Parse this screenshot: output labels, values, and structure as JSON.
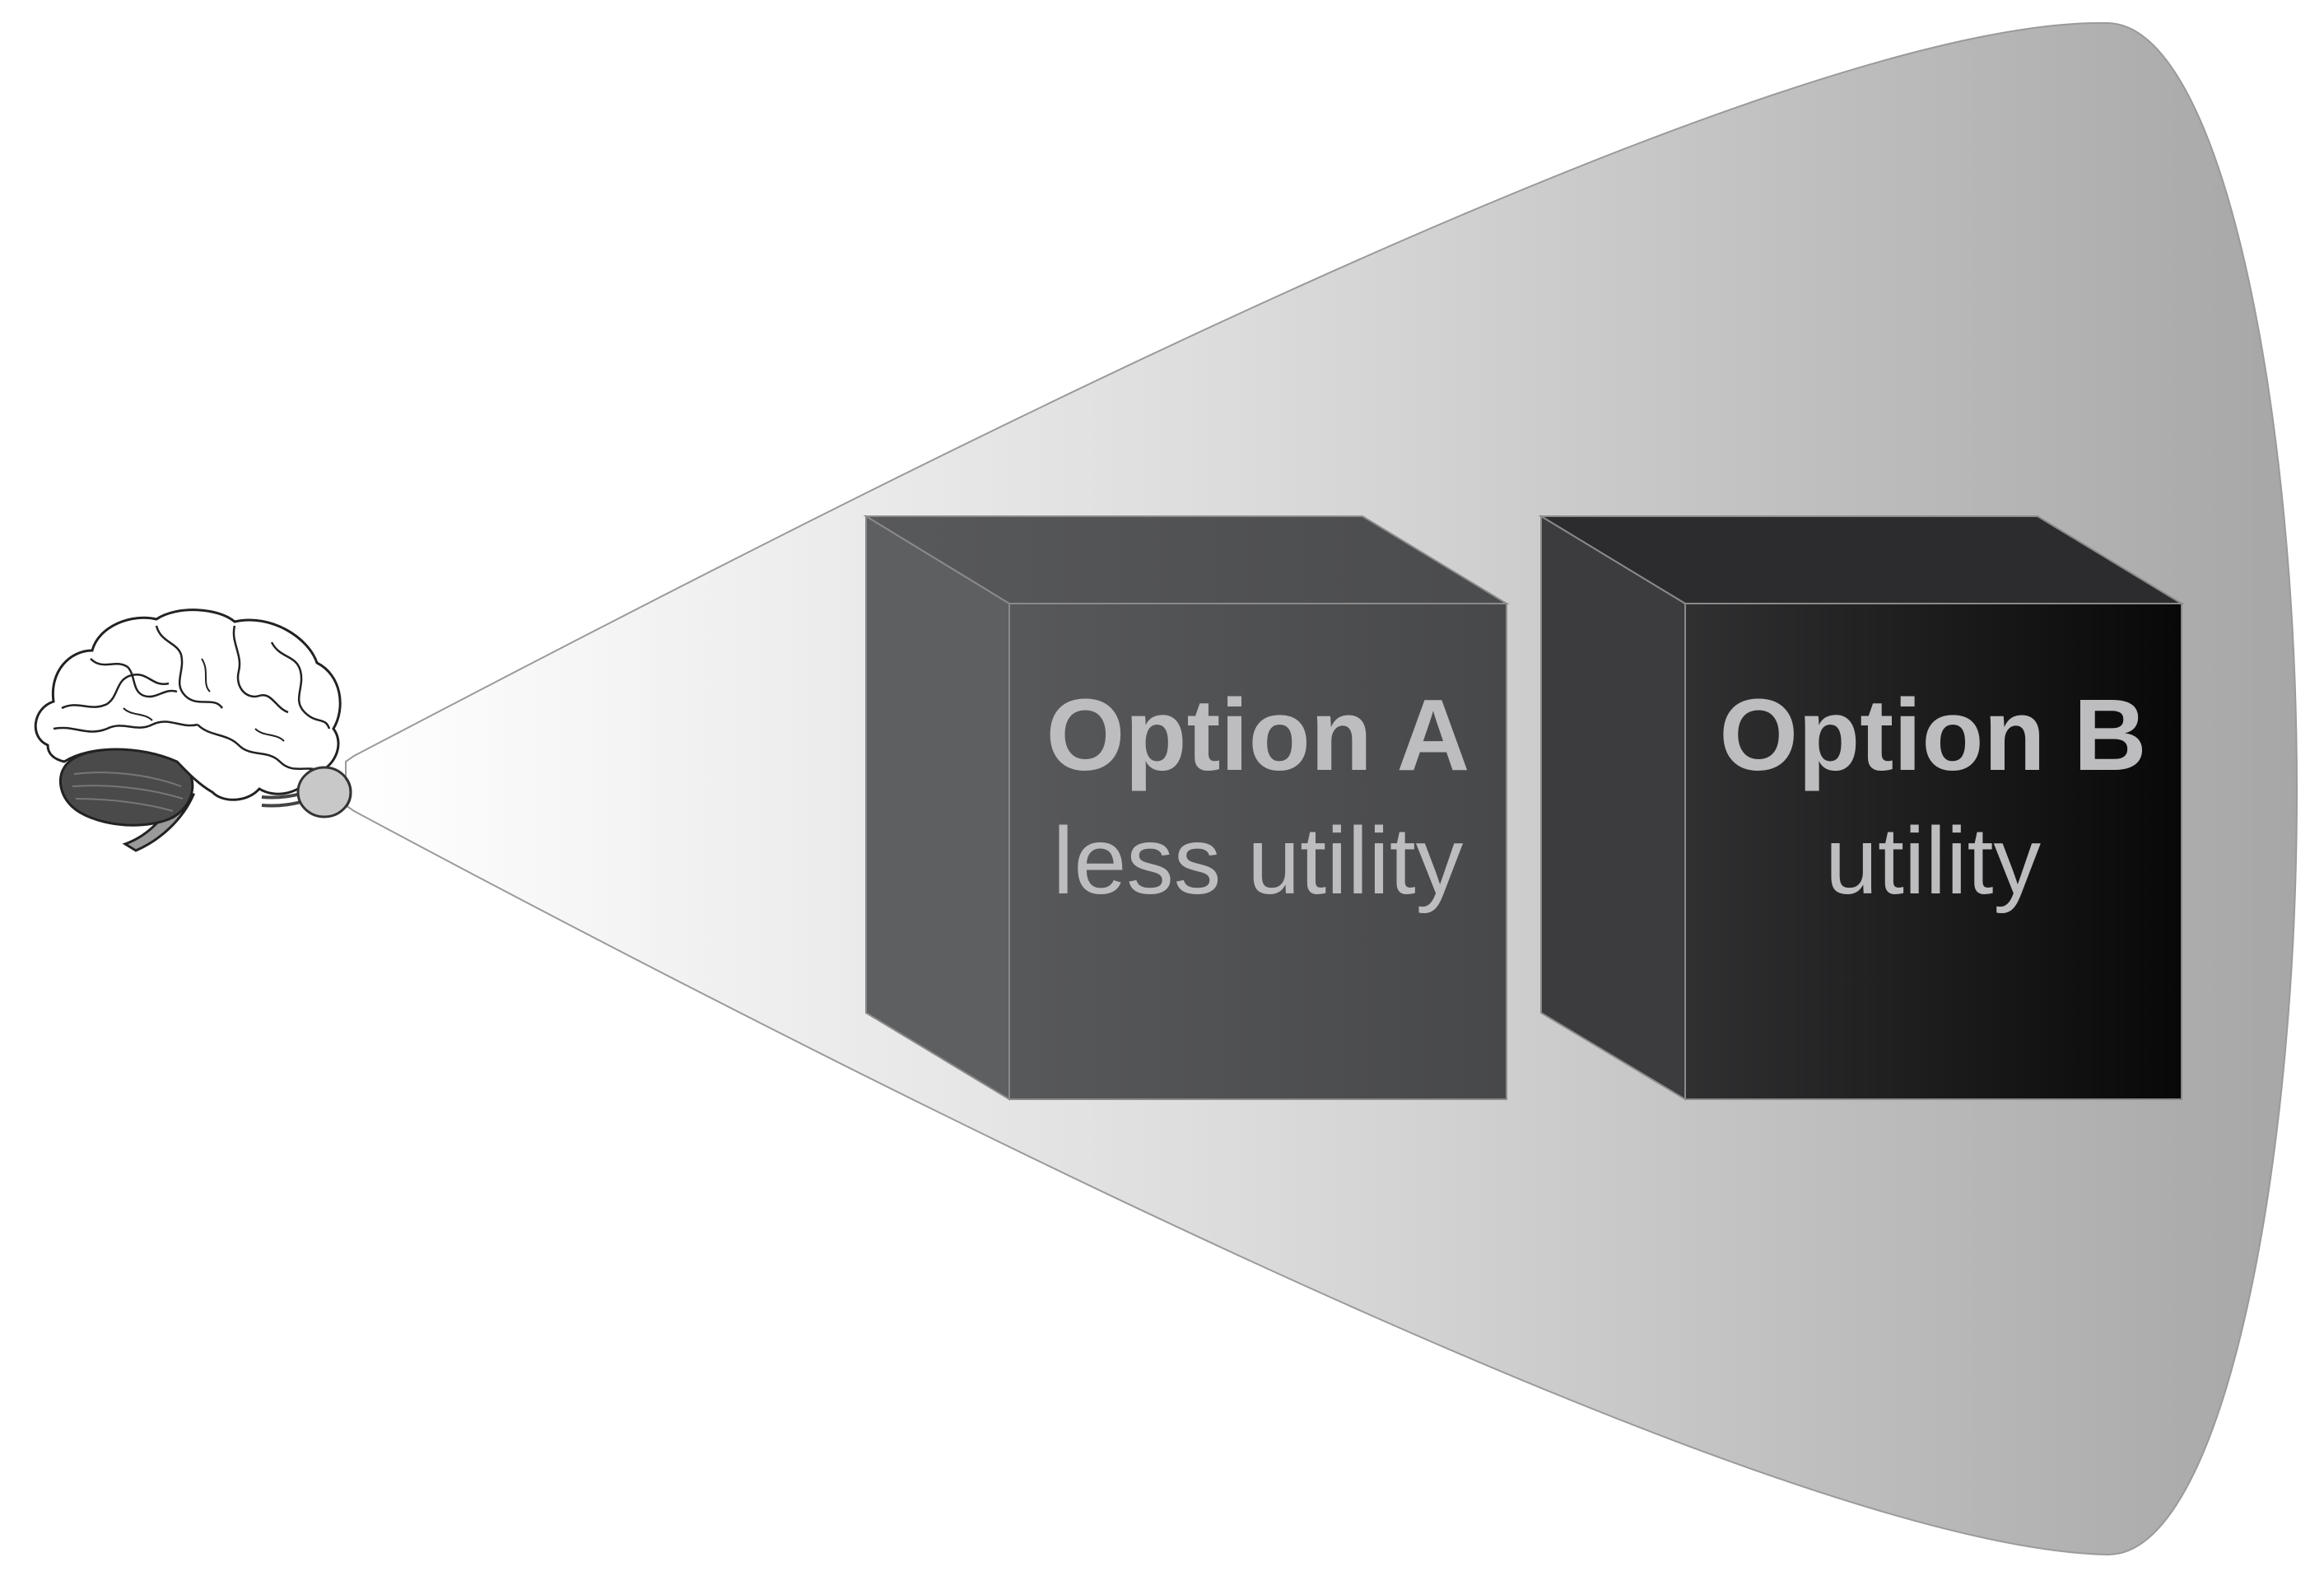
{
  "colors": {
    "background": "#ffffff",
    "beam_start": "#ffffff",
    "beam_end": "#a8a8a8",
    "beam_outline": "#9a9a9a",
    "box_a_front_start": "#58595b",
    "box_a_front_end": "#47484a",
    "box_b_front_start": "#3a3a3c",
    "box_b_front_end": "#0a0a0a",
    "box_edge": "#8a8a8a",
    "label_text": "#bdbdbf",
    "eye_fill": "#c8c8c8",
    "cerebellum": "#4a4a4a"
  },
  "options": [
    {
      "title": "Option A",
      "subtitle": "less utility"
    },
    {
      "title": "Option B",
      "subtitle": "utility"
    }
  ],
  "icons": {
    "brain": "brain-icon",
    "eye": "eye-icon"
  }
}
